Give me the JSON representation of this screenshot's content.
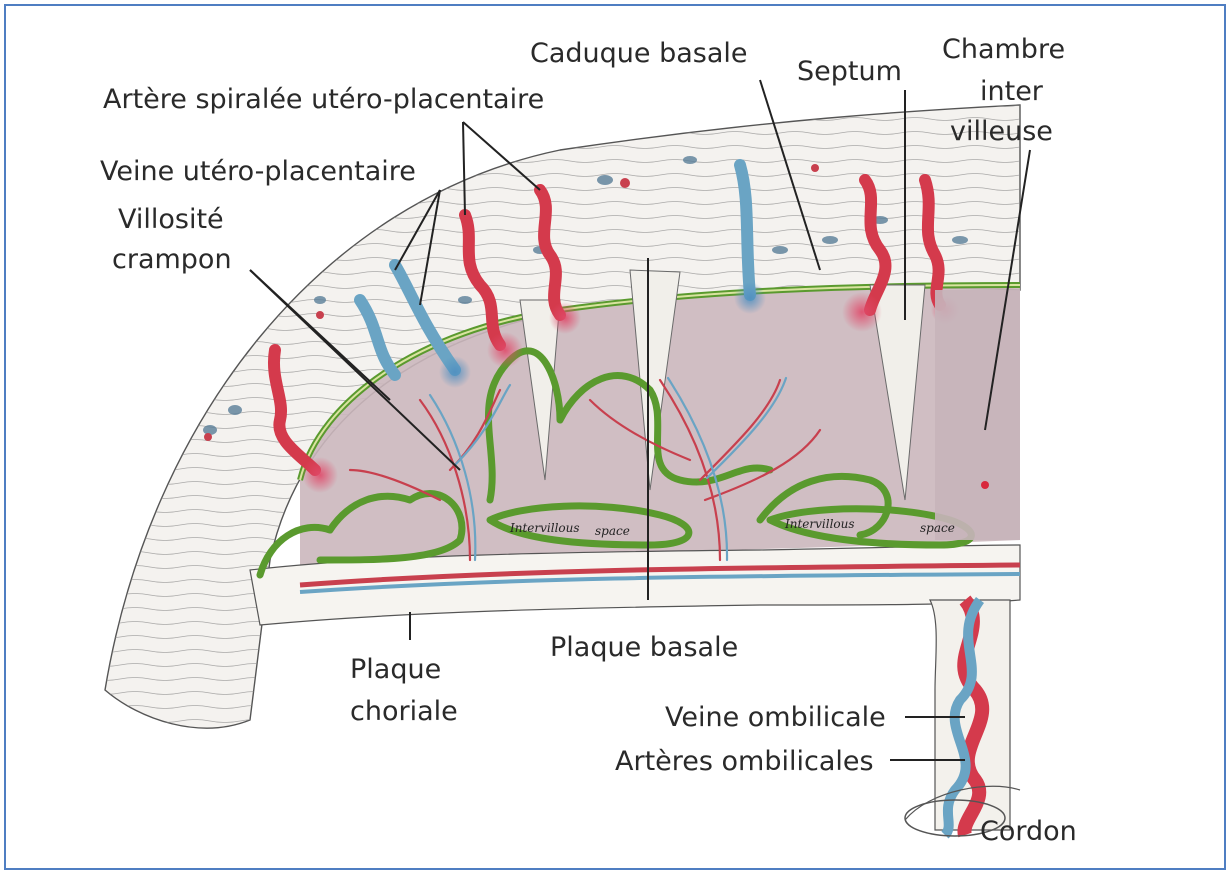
{
  "figure": {
    "labels": {
      "caduque_basale": "Caduque basale",
      "septum": "Septum",
      "chambre_line1": "Chambre",
      "chambre_line2": "inter",
      "chambre_line3": "villeuse",
      "artere_spiralee": "Artère spiralée utéro-placentaire",
      "veine_utero": "Veine utéro-placentaire",
      "villosite_line1": "Villosité",
      "villosite_line2": "crampon",
      "plaque_basale": "Plaque basale",
      "plaque_choriale_line1": "Plaque",
      "plaque_choriale_line2": "choriale",
      "veine_ombilicale": "Veine ombilicale",
      "arteres_ombilicales": "Artères ombilicales",
      "cordon": "Cordon"
    },
    "inner_labels": {
      "intervillous_left_1": "Intervillous",
      "intervillous_left_2": "space",
      "intervillous_right_1": "Intervillous",
      "intervillous_right_2": "space"
    },
    "colors": {
      "frame_border": "#4f7ec2",
      "artery_red": "#d43a4c",
      "vein_blue": "#6aa4c4",
      "villus_green": "#5a9a2e",
      "space_mauve": "#c9b2b8",
      "line_ink": "#222222"
    }
  }
}
